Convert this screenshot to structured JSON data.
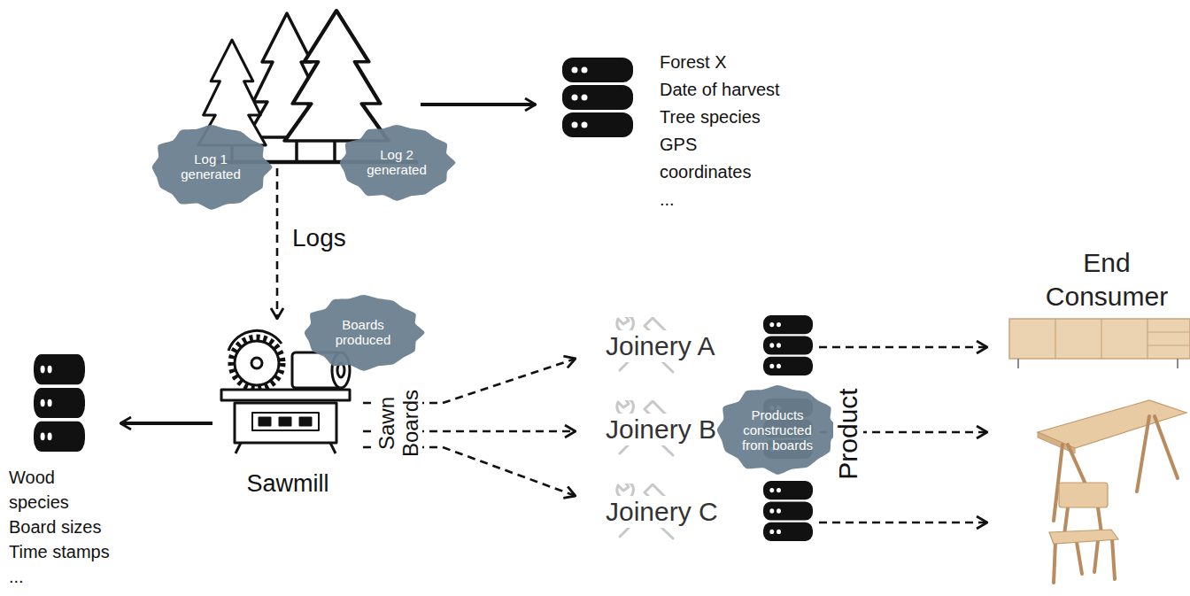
{
  "diagram": {
    "nodes": [
      {
        "text": []
      },
      {
        "text": [
          "Log 1 generated"
        ]
      },
      {
        "text": [
          "Log 2 generated"
        ]
      },
      {
        "text": [
          "Forest X",
          "Date of harvest",
          "Tree species",
          "GPS coordinates",
          "..."
        ]
      },
      {
        "text": [
          "Wood species",
          "Board sizes",
          "Time stamps",
          "..."
        ]
      },
      {
        "text": [
          "Sawmill"
        ]
      },
      {
        "text": [
          "Boards produced"
        ]
      },
      {
        "text": [
          "Joinery A"
        ]
      },
      {
        "text": [
          "Joinery B"
        ]
      },
      {
        "text": [
          "Products constructed from boards"
        ]
      },
      {
        "text": [
          "Joinery C"
        ]
      },
      {
        "text": [
          "End Consumer"
        ]
      }
    ],
    "edges": [
      {
        "from": 0,
        "to": 3,
        "arrow": "to"
      },
      {
        "from": 0,
        "to": 5,
        "arrow": "to"
      },
      {
        "from": 5,
        "to": 4,
        "arrow": "to"
      },
      {
        "from": 5,
        "to": 7,
        "arrow": "to"
      },
      {
        "from": 5,
        "to": 8,
        "arrow": "to"
      },
      {
        "from": 5,
        "to": 10,
        "arrow": "to"
      },
      {
        "from": 7,
        "to": 11,
        "arrow": "to"
      },
      {
        "from": 8,
        "to": 11,
        "arrow": "to"
      },
      {
        "from": 10,
        "to": 11,
        "arrow": "to"
      }
    ],
    "labels": [
      "Logs",
      "Sawn Boards",
      "Product"
    ]
  }
}
